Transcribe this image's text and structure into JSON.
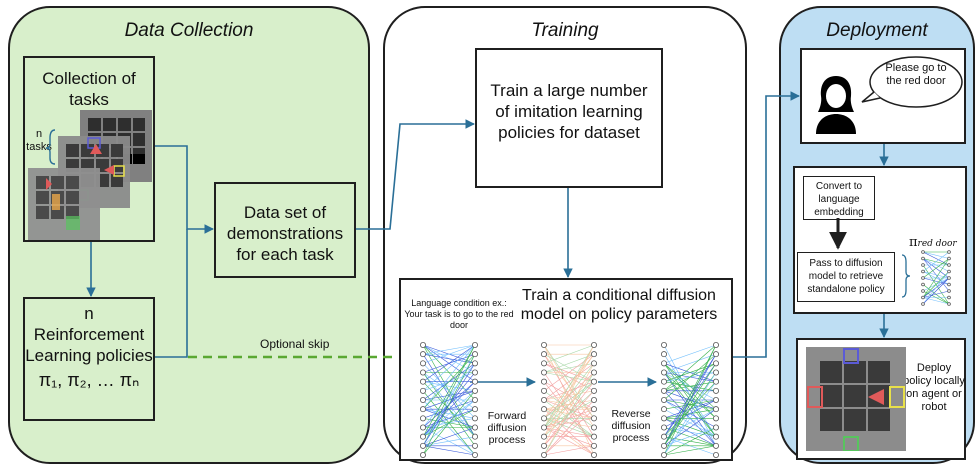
{
  "panels": {
    "data_collection": "Data Collection",
    "training": "Training",
    "deployment": "Deployment"
  },
  "data_collection": {
    "collection_of_tasks": "Collection of tasks",
    "n_tasks": "n tasks",
    "dataset_box": "Data set of demonstrations for each task",
    "rl_n": "n",
    "rl_label": "Reinforcement Learning policies",
    "policy_list": "π₁, π₂, … πₙ"
  },
  "training": {
    "imitation_box": "Train a large number of imitation learning policies for dataset",
    "diffusion_title": "Train a conditional diffusion model on policy parameters",
    "language_condition": "Language condition ex.: Your task is to go to the red door",
    "forward": "Forward diffusion process",
    "reverse": "Reverse diffusion process"
  },
  "optional_skip": "Optional skip",
  "deployment": {
    "speech": "Please go to the red door",
    "convert": "Convert to language embedding",
    "pass": "Pass to diffusion model to retrieve standalone policy",
    "pi_symbol": "π",
    "pi_subscript": "red door",
    "deploy": "Deploy policy locally on agent or robot"
  },
  "colors": {
    "green_panel": "#d8efcb",
    "blue_panel": "#bedef3",
    "arrow_blue": "#2a6f97",
    "skip_green": "#5aa832"
  }
}
